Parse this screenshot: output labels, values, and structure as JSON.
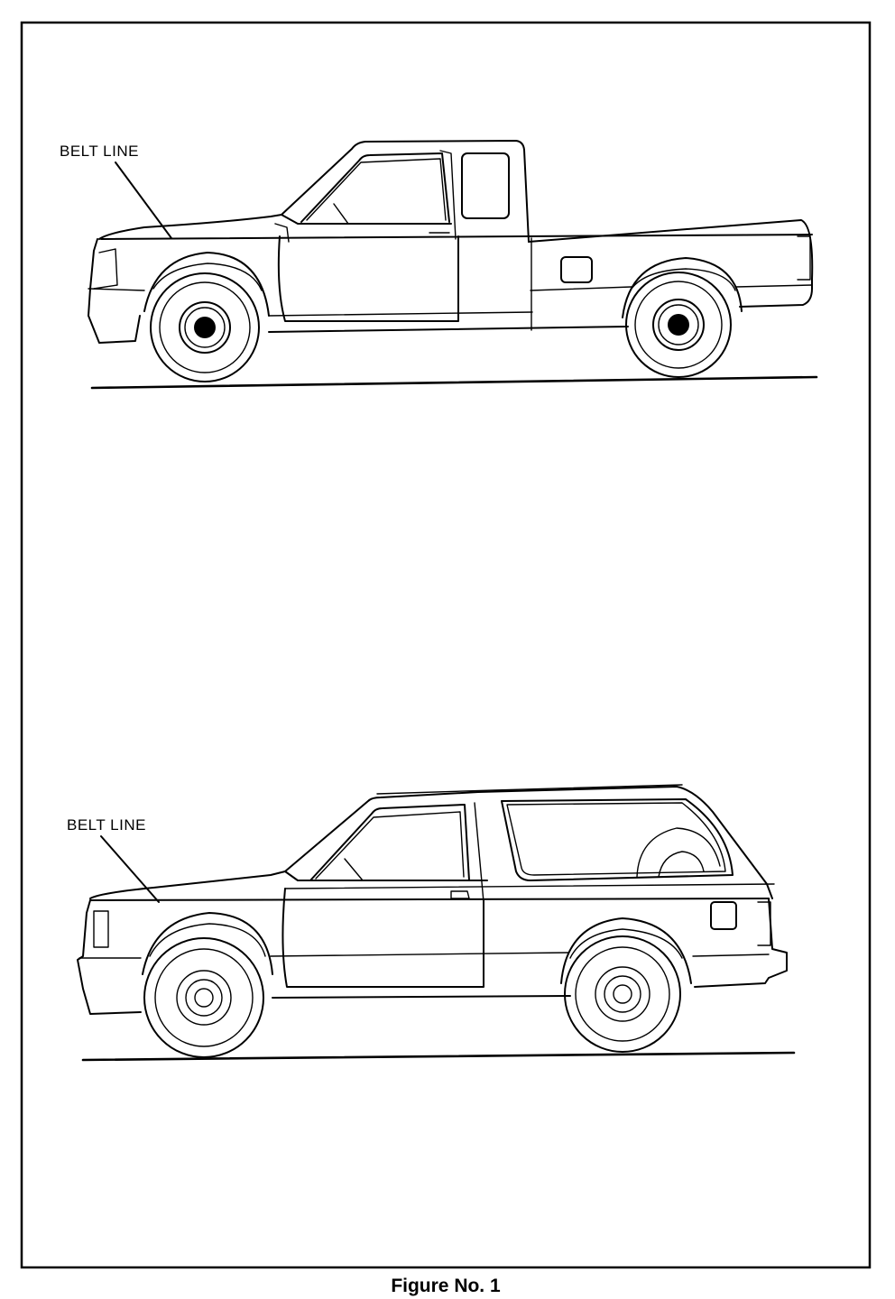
{
  "figure": {
    "caption": "Figure No. 1",
    "pickup": {
      "belt_line_label": "BELT LINE"
    },
    "utility": {
      "belt_line_label": "BELT LINE"
    }
  }
}
